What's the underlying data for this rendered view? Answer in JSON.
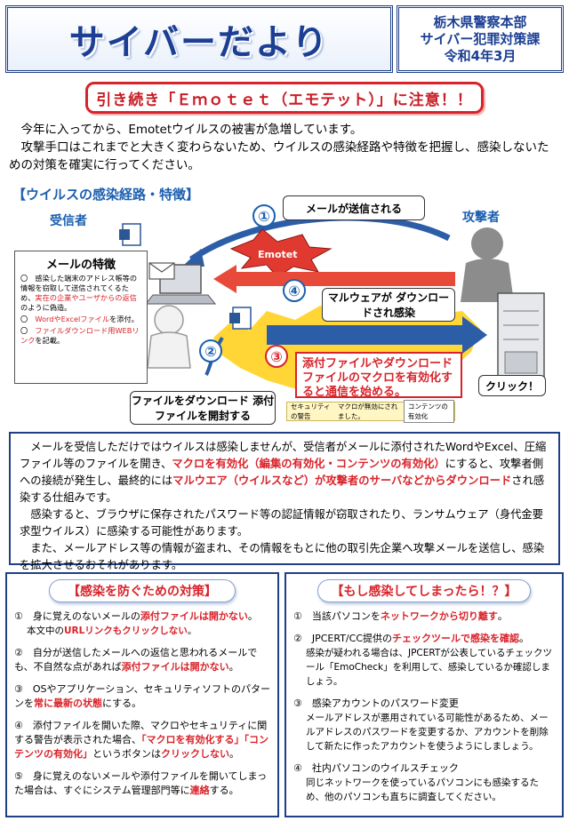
{
  "header": {
    "title": "サイバーだより",
    "issuer_line1": "栃木県警察本部",
    "issuer_line2": "サイバー犯罪対策課",
    "issuer_line3": "令和4年3月"
  },
  "banner": "引き続き「Ｅｍｏｔｅｔ（エモテット）」に注意！！",
  "intro": {
    "p1": "今年に入ってから、Emotetウイルスの被害が急増しています。",
    "p2": "攻撃手口はこれまでと大きく変わらないため、ウイルスの感染経路や特徴を把握し、感染しないための対策を確実に行ってください。"
  },
  "diagram": {
    "section_label": "【ウイルスの感染経路・特徴】",
    "receiver": "受信者",
    "attacker": "攻撃者",
    "emotet_label": "Emotet",
    "step1": "①",
    "step2": "②",
    "step3": "③",
    "step4": "④",
    "callout_mail_sent": "メールが送信される",
    "callout_download": "マルウェアが ダウンロードされ感染",
    "callout_open": "ファイルをダウンロード 添付ファイルを開封する",
    "callout_click": "クリック！",
    "macro_text": "添付ファイルやダウンロードファイルのマクロを有効化すると通信を始める。",
    "infobar_label": "セキュリティの警告",
    "infobar_msg": "マクロが無効にされました。",
    "infobar_button": "コンテンツの有効化",
    "features": {
      "title": "メールの特徴",
      "item1_a": "〇　感染した端末のアドレス帳等の情報を窃取して送信されてくるため、",
      "item1_b": "実在の企業やユーザからの返信",
      "item1_c": "のように偽造。",
      "item2_a": "〇　",
      "item2_b": "WordやExcelファイル",
      "item2_c": "を添付。",
      "item3_a": "〇　",
      "item3_b": "ファイルダウンロード用WEBリンク",
      "item3_c": "を記載。"
    }
  },
  "explain": {
    "p1_a": "メールを受信しただけではウイルスは感染しませんが、受信者がメールに添付されたWordやExcel、圧縮ファイル等のファイルを開き、",
    "p1_b": "マクロを有効化（編集の有効化・コンテンツの有効化）",
    "p1_c": "にすると、攻撃者側への接続が発生し、最終的には",
    "p1_d": "マルウエア（ウイルスなど）が攻撃者のサーバなどからダウンロード",
    "p1_e": "され感染する仕組みです。",
    "p2": "感染すると、ブラウザに保存されたパスワード等の認証情報が窃取されたり、ランサムウェア（身代金要求型ウイルス）に感染する可能性があります。",
    "p3": "また、メールアドレス等の情報が盗まれ、その情報をもとに他の取引先企業へ攻撃メールを送信し、感染を拡大させるおそれがあります。"
  },
  "prevent": {
    "title": "【感染を防ぐための対策】",
    "i1_a": "①　身に覚えのないメールの",
    "i1_b": "添付ファイルは開かない",
    "i1_c": "。",
    "i1_d": "本文中の",
    "i1_e": "URLリンクもクリックしない",
    "i1_f": "。",
    "i2_a": "②　自分が送信したメールへの返信と思われるメールでも、不自然な点があれば",
    "i2_b": "添付ファイルは開かない",
    "i2_c": "。",
    "i3_a": "③　OSやアプリケーション、セキュリティソフトのパターンを",
    "i3_b": "常に最新の状態",
    "i3_c": "にする。",
    "i4_a": "④　添付ファイルを開いた際、マクロやセキュリティに関する警告が表示された場合、",
    "i4_b": "「マクロを有効化する」「コンテンツの有効化」",
    "i4_c": "というボタンは",
    "i4_d": "クリックしない",
    "i4_e": "。",
    "i5_a": "⑤　身に覚えのないメールや添付ファイルを開いてしまった場合は、すぐにシステム管理部門等に",
    "i5_b": "連絡",
    "i5_c": "する。"
  },
  "infected": {
    "title": "【もし感染してしまったら！？】",
    "i1_a": "①　当該パソコンを",
    "i1_b": "ネットワークから切り離す",
    "i1_c": "。",
    "i2_a": "②　JPCERT/CC提供の",
    "i2_b": "チェックツールで感染を確認",
    "i2_c": "。",
    "i2_d": "感染が疑われる場合は、JPCERTが公表しているチェックツール「EmoCheck」を利用して、感染しているか確認しましょう。",
    "i3_a": "③　感染アカウントのパスワード変更",
    "i3_b": "メールアドレスが悪用されている可能性があるため、メールアドレスのパスワードを変更するか、アカウントを削除して新たに作ったアカウントを使うようにしましょう。",
    "i4_a": "④　社内パソコンのウイルスチェック",
    "i4_b": "同じネットワークを使っているパソコンにも感染するため、他のパソコンも直ちに調査してください。"
  },
  "colors": {
    "navy": "#1f3f86",
    "red": "#d8232a",
    "blue_label": "#1c5fb0"
  }
}
